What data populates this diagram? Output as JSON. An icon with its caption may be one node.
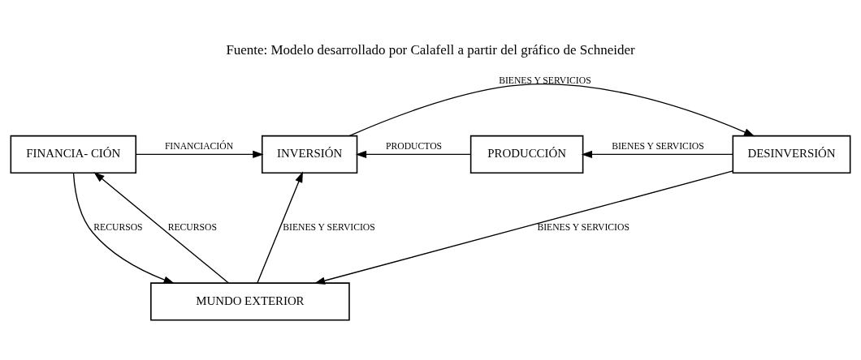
{
  "diagram": {
    "title": "Fuente: Modelo desarrollado por Calafell a partir del gráfico de Schneider",
    "nodes": [
      {
        "text": [
          "FINANCIA- CIÓN"
        ]
      },
      {
        "text": [
          "INVERSIÓN"
        ]
      },
      {
        "text": [
          "PRODUCCIÓN"
        ]
      },
      {
        "text": [
          "DESINVERSIÓN"
        ]
      },
      {
        "text": [
          "MUNDO EXTERIOR"
        ]
      }
    ],
    "edges": [
      {
        "from": 0,
        "to": 1,
        "arrow": "to",
        "label": "FINANCIACIÓN"
      },
      {
        "from": 2,
        "to": 1,
        "arrow": "to",
        "label": "PRODUCTOS"
      },
      {
        "from": 3,
        "to": 2,
        "arrow": "to",
        "label": "BIENES Y SERVICIOS"
      },
      {
        "from": 1,
        "to": 3,
        "arrow": "to",
        "label": "BIENES Y SERVICIOS"
      },
      {
        "from": 4,
        "to": 0,
        "arrow": "to",
        "label": "RECURSOS"
      },
      {
        "from": 0,
        "to": 4,
        "arrow": "to",
        "label": "RECURSOS"
      },
      {
        "from": 4,
        "to": 1,
        "arrow": "to",
        "label": "BIENES Y SERVICIOS"
      },
      {
        "from": 3,
        "to": 4,
        "arrow": "to",
        "label": "BIENES Y SERVICIOS"
      }
    ]
  }
}
